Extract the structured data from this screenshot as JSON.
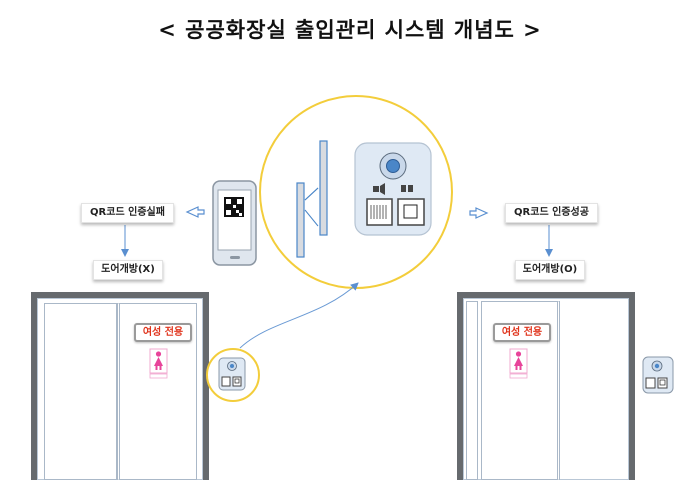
{
  "title": "< 공공화장실 출입관리 시스템 개념도 >",
  "left": {
    "status_label": "QR코드 인증실패",
    "door_label": "도어개방(X)",
    "sign_text": "여성 전용"
  },
  "right": {
    "status_label": "QR코드 인증성공",
    "door_label": "도어개방(O)",
    "sign_text": "여성 전용"
  },
  "colors": {
    "frame": "#666a6e",
    "accent_blue": "#4a86c8",
    "circle_yellow": "#f3cd3b",
    "sign_red": "#e0341c",
    "female_pink": "#e8439a"
  }
}
